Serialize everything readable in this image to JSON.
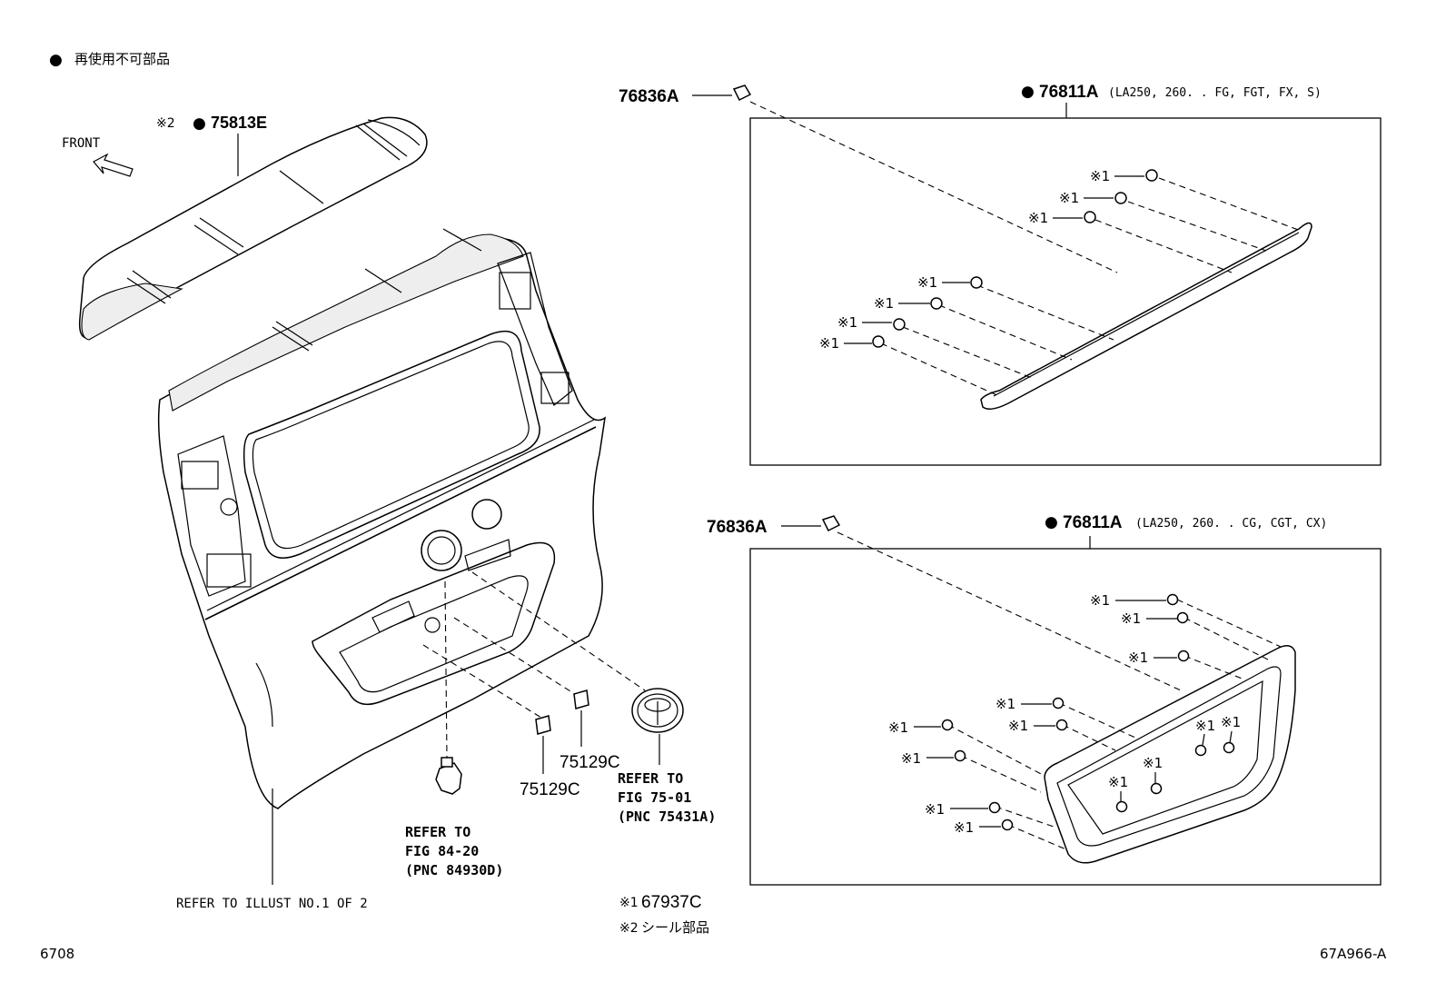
{
  "legend": {
    "nonreusable_mark": "●",
    "nonreusable_label": "再使用不可部品",
    "note1_mark": "※1",
    "note1_part": "67937C",
    "note2_mark": "※2",
    "note2_label": "シール部品"
  },
  "front_label": "FRONT",
  "callouts": {
    "part_75813E": {
      "prefix": "※2",
      "dot": "●",
      "number": "75813E"
    },
    "clip_top": "76836A",
    "clip_bottom": "76836A",
    "garnish_top": {
      "dot": "●",
      "number": "76811A",
      "spec": "(LA250, 260. . FG, FGT, FX, S)"
    },
    "garnish_bottom": {
      "dot": "●",
      "number": "76811A",
      "spec": "(LA250, 260. . CG, CGT, CX)"
    },
    "part_75129C_a": "75129C",
    "part_75129C_b": "75129C",
    "refer_84": {
      "l1": "REFER TO",
      "l2": "FIG 84-20",
      "l3": "(PNC 84930D)"
    },
    "refer_75": {
      "l1": "REFER TO",
      "l2": "FIG 75-01",
      "l3": "(PNC 75431A)"
    },
    "refer_illust": "REFER TO ILLUST NO.1 OF 2"
  },
  "nut_mark": "※1",
  "footer": {
    "left": "6708",
    "right": "67A966-A"
  }
}
